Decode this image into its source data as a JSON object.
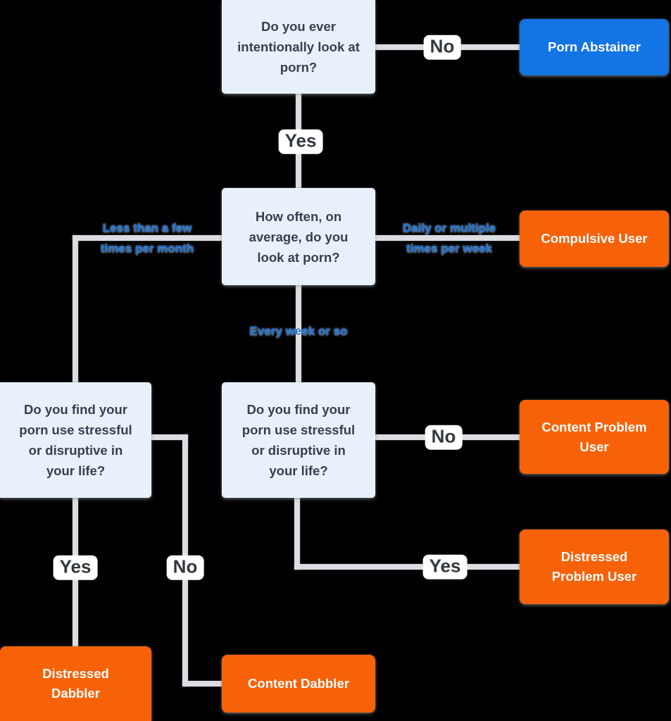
{
  "title": "Porn use decision flowchart",
  "colors": {
    "page_bg": "#000000",
    "question_fill": "#e8f1fb",
    "question_text": "#353f4f",
    "result_blue": "#1374e4",
    "result_orange": "#f76209",
    "line": "#dcdde2",
    "edge_label_blue": "#1673e1",
    "edge_label_dark": "#33383f"
  },
  "questions": {
    "ever_look": "Do you ever intentionally look at porn?",
    "how_often": "How often, on average, do you look at porn?",
    "stress_left": "Do you find your porn use stressful or disruptive in your life?",
    "stress_mid": "Do you find your porn use stressful or disruptive in your life?"
  },
  "outcomes": {
    "porn_abstainer": "Porn Abstainer",
    "compulsive_user": "Compulsive User",
    "content_problem_user": "Content Problem User",
    "distressed_problem_user": "Distressed Problem User",
    "distressed_dabbler": "Distressed Dabbler",
    "content_dabbler": "Content Dabbler"
  },
  "edges": {
    "ever_no": "No",
    "ever_yes": "Yes",
    "freq_less": "Less than a few times per month",
    "freq_daily": "Daily or multiple times per week",
    "freq_weekly": "Every week or so",
    "mid_no": "No",
    "mid_yes": "Yes",
    "left_yes": "Yes",
    "left_no": "No"
  }
}
